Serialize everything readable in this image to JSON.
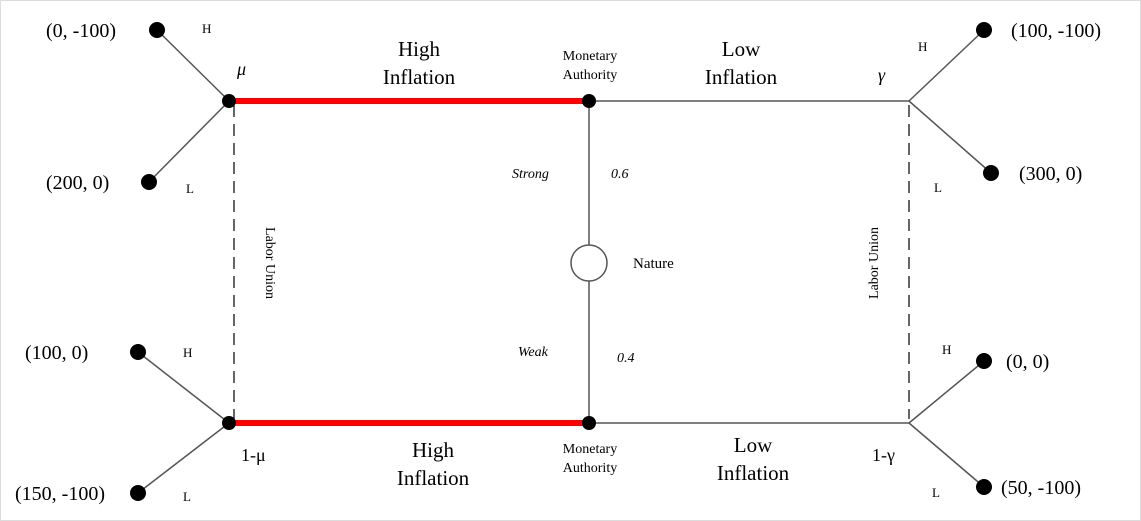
{
  "colors": {
    "line": "#555555",
    "node": "#000000",
    "highlight": "#ff0000",
    "dashed": "#333333"
  },
  "labels": {
    "nature": "Nature",
    "strong": "Strong",
    "weak": "Weak",
    "p_strong": "0.6",
    "p_weak": "0.4",
    "ma_top_1": "Monetary",
    "ma_top_2": "Authority",
    "ma_bottom_1": "Monetary",
    "ma_bottom_2": "Authority",
    "high_top_1": "High",
    "high_top_2": "Inflation",
    "low_top_1": "Low",
    "low_top_2": "Inflation",
    "high_bottom_1": "High",
    "high_bottom_2": "Inflation",
    "low_bottom_1": "Low",
    "low_bottom_2": "Inflation",
    "mu": "μ",
    "one_minus_mu": "1-μ",
    "gamma": "γ",
    "one_minus_gamma": "1-γ",
    "labor_union_left": "Labor Union",
    "labor_union_right": "Labor Union"
  },
  "moves": {
    "tl_H": "H",
    "tl_L": "L",
    "bl_H": "H",
    "bl_L": "L",
    "tr_H": "H",
    "tr_L": "L",
    "br_H": "H",
    "br_L": "L"
  },
  "payoffs": {
    "tl_H": "(0, -100)",
    "tl_L": "(200, 0)",
    "bl_H": "(100, 0)",
    "bl_L": "(150, -100)",
    "tr_H": "(100, -100)",
    "tr_L": "(300, 0)",
    "br_H": "(0, 0)",
    "br_L": "(50, -100)"
  }
}
